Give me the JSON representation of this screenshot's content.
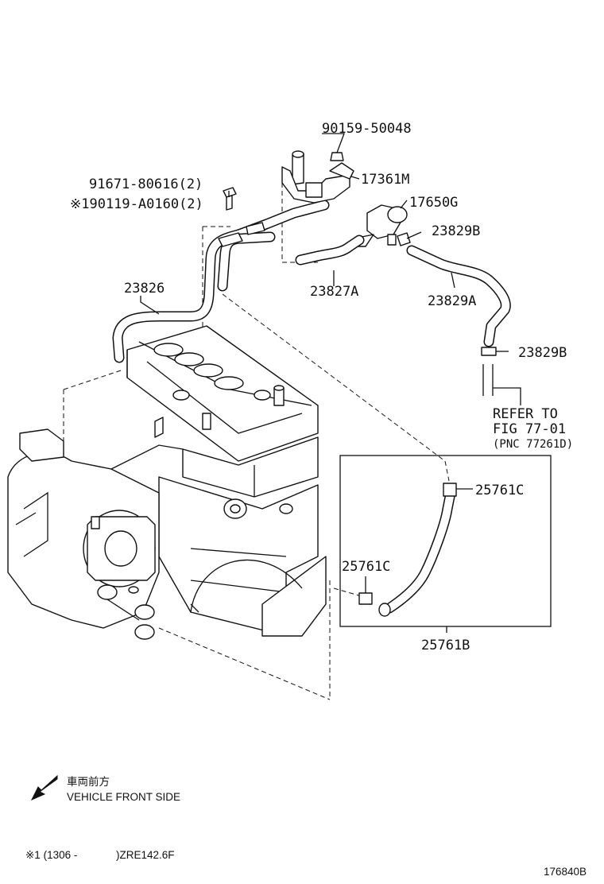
{
  "labels": {
    "bolt_90159": "90159-50048",
    "bracket_17361m": "17361M",
    "bolt_91671": "91671-80616(2)",
    "bolt_90119": "※190119-A0160(2)",
    "valve_17650g": "17650G",
    "clamp_23829b_top": "23829B",
    "hose_23826": "23826",
    "hose_23827a": "23827A",
    "hose_23829a": "23829A",
    "clamp_23829b_bottom": "23829B",
    "clamp_25761c_right": "25761C",
    "clamp_25761c_left": "25761C",
    "hose_25761b": "25761B"
  },
  "refer": {
    "line1": "REFER TO",
    "line2": "FIG 77-01",
    "line3": "(PNC 77261D)"
  },
  "legend": {
    "japanese": "車両前方",
    "english": "VEHICLE FRONT SIDE"
  },
  "footnote": {
    "mark": "※1 (1306 -",
    "model": ")ZRE142.6F"
  },
  "figure_id": "176840B"
}
